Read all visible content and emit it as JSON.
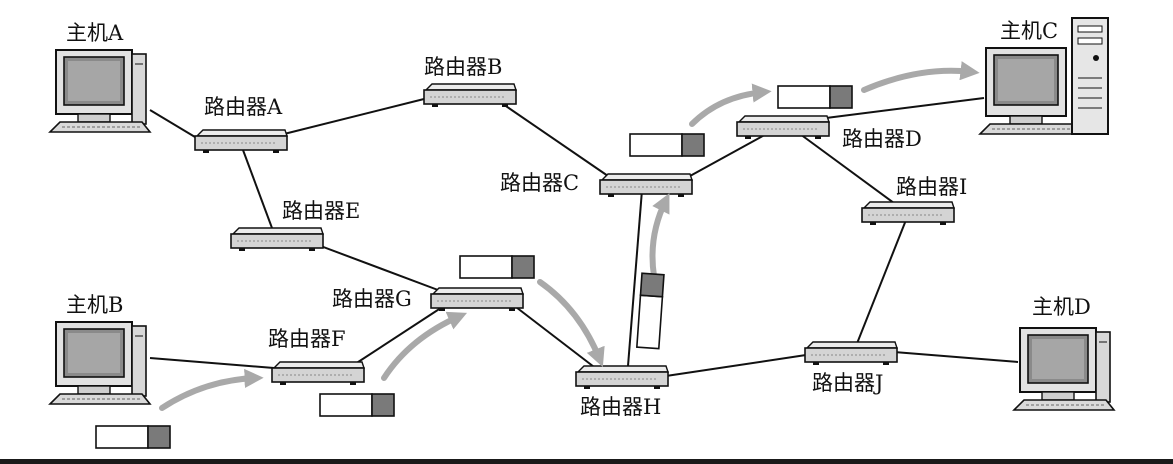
{
  "hosts": [
    {
      "id": "A",
      "label": "主机A"
    },
    {
      "id": "B",
      "label": "主机B"
    },
    {
      "id": "C",
      "label": "主机C"
    },
    {
      "id": "D",
      "label": "主机D"
    }
  ],
  "routers": [
    {
      "id": "A",
      "label": "路由器A"
    },
    {
      "id": "B",
      "label": "路由器B"
    },
    {
      "id": "C",
      "label": "路由器C"
    },
    {
      "id": "D",
      "label": "路由器D"
    },
    {
      "id": "E",
      "label": "路由器E"
    },
    {
      "id": "F",
      "label": "路由器F"
    },
    {
      "id": "G",
      "label": "路由器G"
    },
    {
      "id": "H",
      "label": "路由器H"
    },
    {
      "id": "I",
      "label": "路由器I"
    },
    {
      "id": "J",
      "label": "路由器J"
    }
  ],
  "links": [
    [
      "host-A",
      "router-A"
    ],
    [
      "router-A",
      "router-B"
    ],
    [
      "router-A",
      "router-E"
    ],
    [
      "router-B",
      "router-C"
    ],
    [
      "router-E",
      "router-G"
    ],
    [
      "host-B",
      "router-F"
    ],
    [
      "router-F",
      "router-G"
    ],
    [
      "router-G",
      "router-H"
    ],
    [
      "router-H",
      "router-C"
    ],
    [
      "router-C",
      "router-D"
    ],
    [
      "router-D",
      "host-C"
    ],
    [
      "router-D",
      "router-I"
    ],
    [
      "router-I",
      "router-J"
    ],
    [
      "router-H",
      "router-J"
    ],
    [
      "router-J",
      "host-D"
    ]
  ],
  "packet_path": [
    "host-B",
    "router-F",
    "router-G",
    "router-H",
    "router-C",
    "router-D",
    "host-C"
  ],
  "colors": {
    "line": "#111111",
    "arrow": "#a9a9a9",
    "packet_header": "#7a7a7a",
    "device_body": "#d4d4d4"
  }
}
